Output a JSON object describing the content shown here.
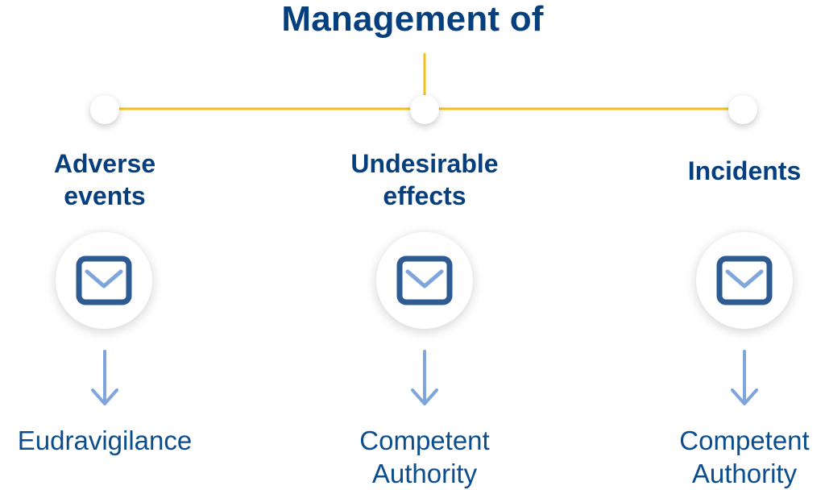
{
  "title": "Management of",
  "colors": {
    "title": "#063f7e",
    "connector": "#f2c01e",
    "icon_outer": "#2e5b91",
    "icon_inner": "#7ea6da",
    "arrow": "#7ea6da",
    "destination_text": "#0b4d8d"
  },
  "branches": [
    {
      "heading": [
        "Adverse",
        "events"
      ],
      "icon": "envelope-icon",
      "destination": [
        "Eudravigilance"
      ]
    },
    {
      "heading": [
        "Undesirable",
        "effects"
      ],
      "icon": "envelope-icon",
      "destination": [
        "Competent",
        "Authority"
      ]
    },
    {
      "heading": [
        "Incidents"
      ],
      "icon": "envelope-icon",
      "destination": [
        "Competent",
        "Authority"
      ]
    }
  ]
}
